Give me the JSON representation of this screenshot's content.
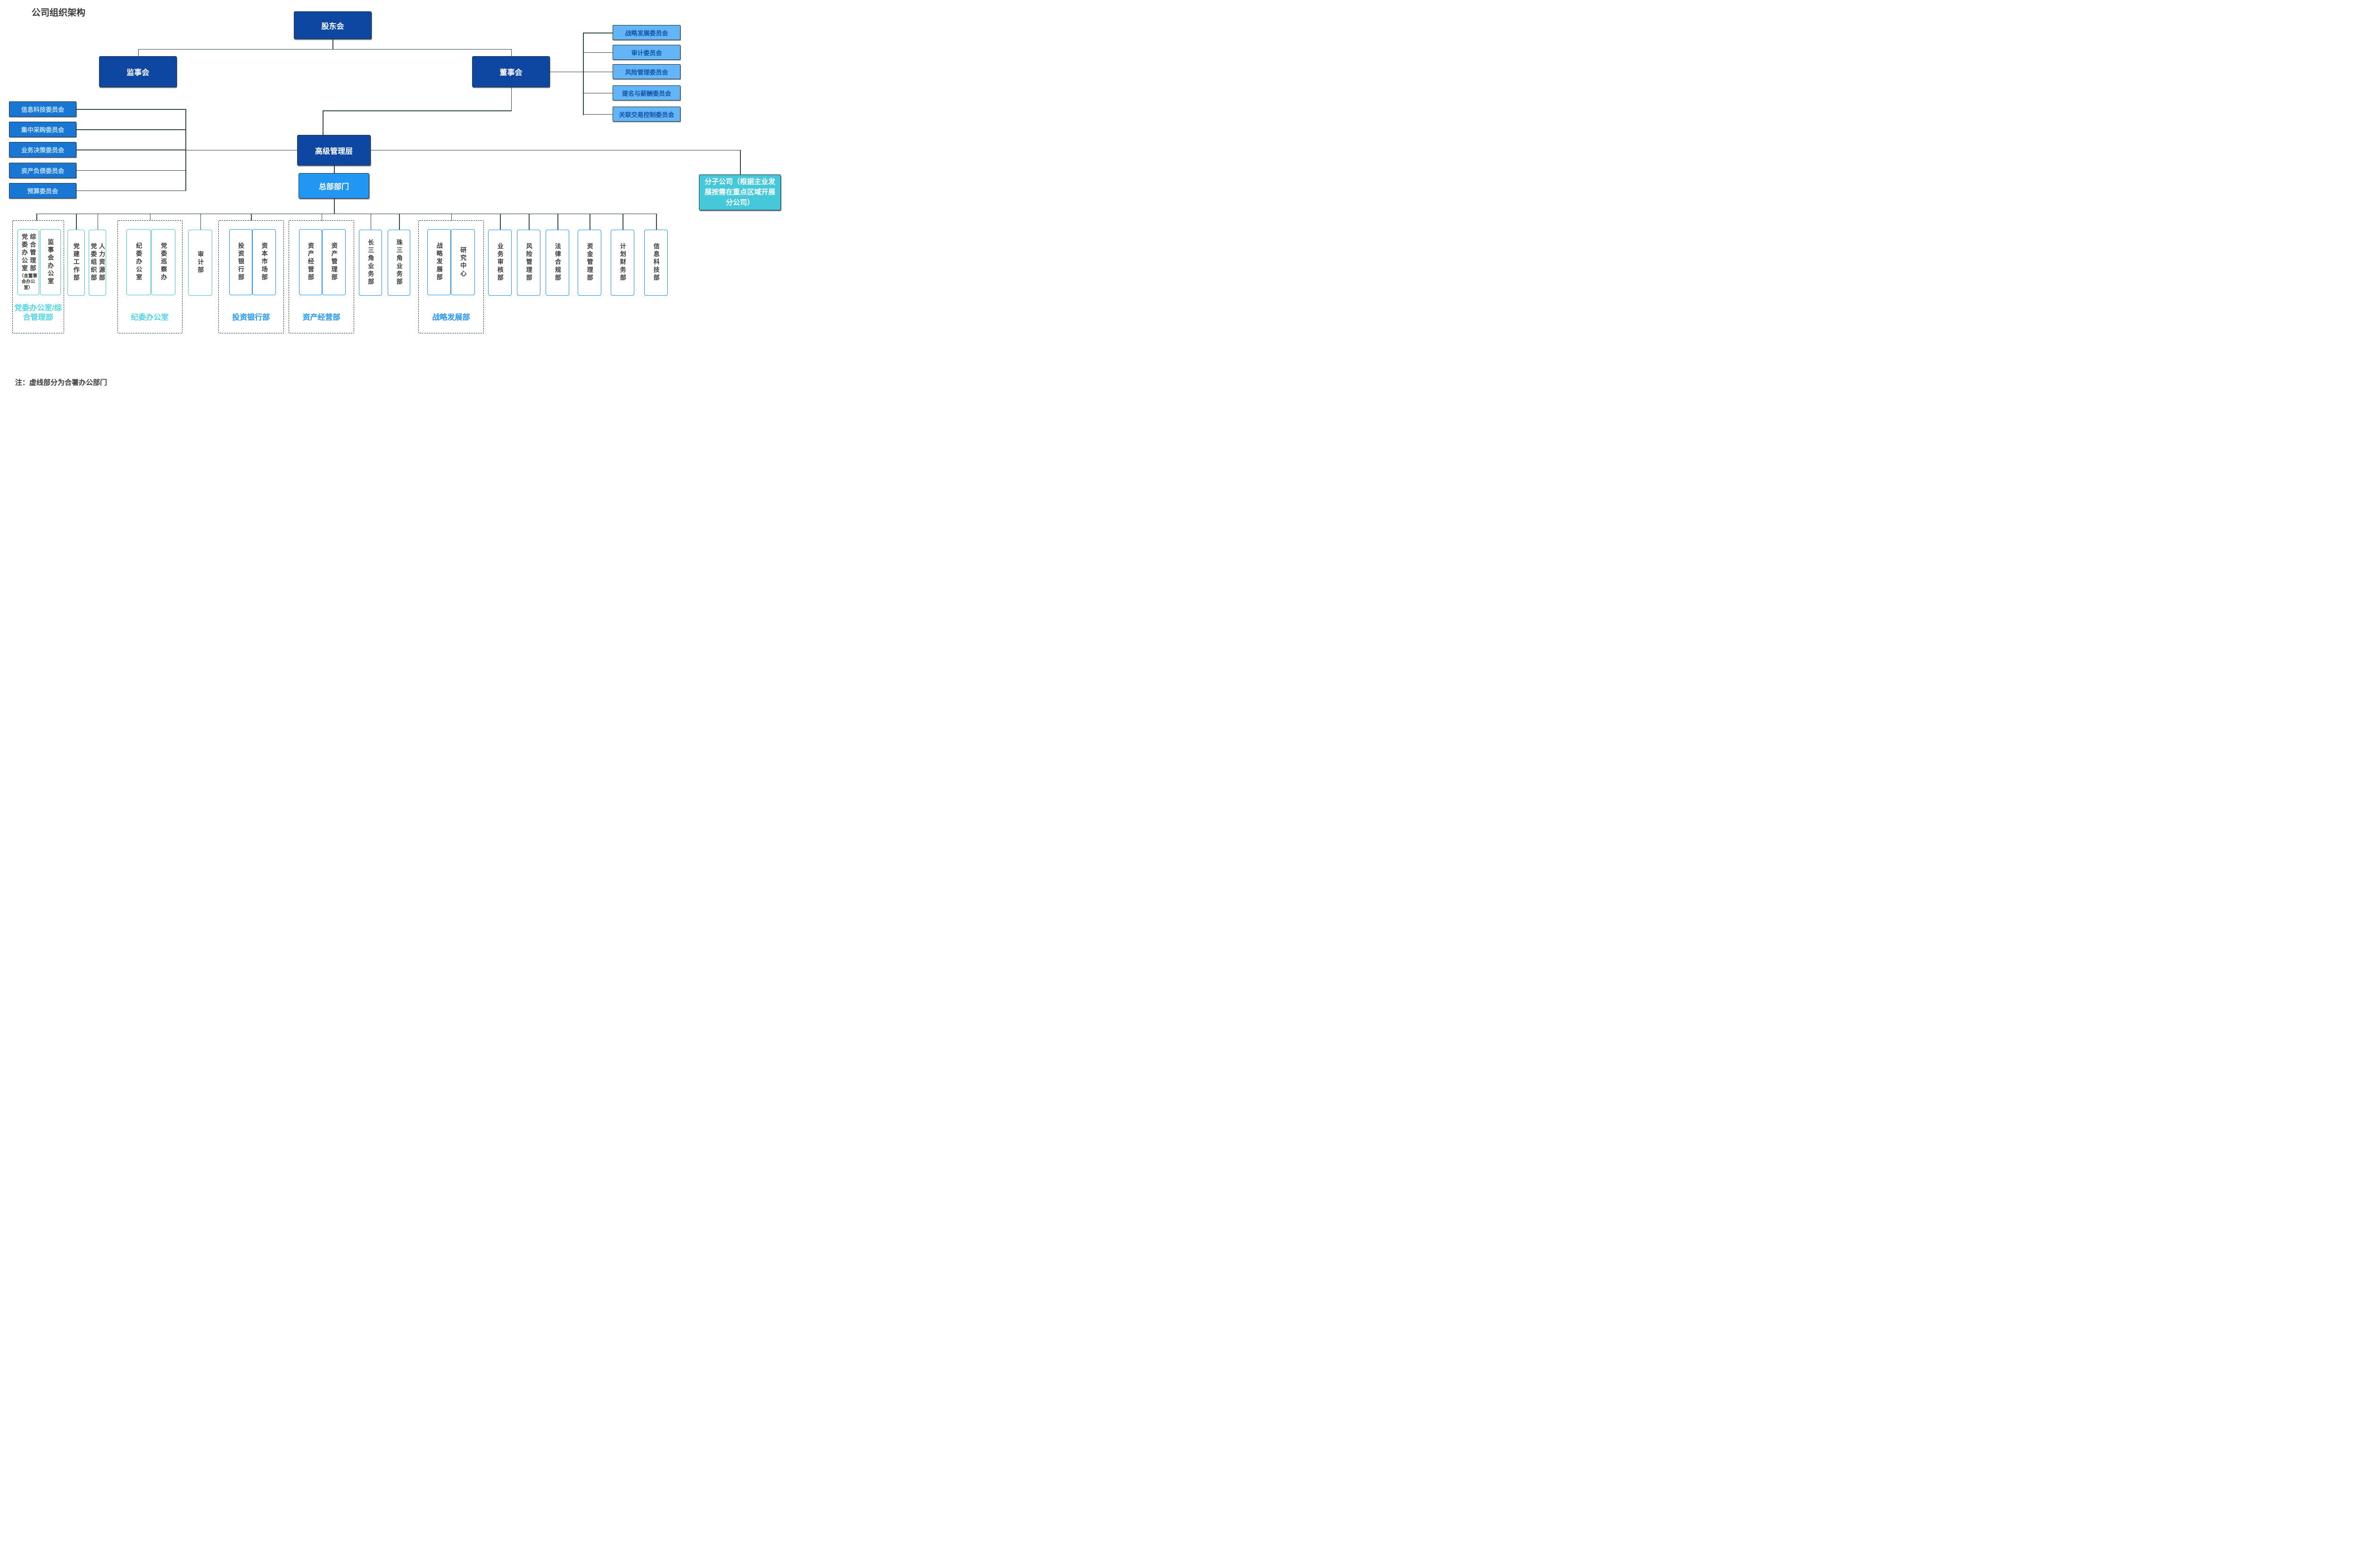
{
  "title": "公司组织架构",
  "note": "注：虚线部分为合署办公部门",
  "nodes": {
    "shareholders": "股东会",
    "supervisors": "监事会",
    "directors": "董事会",
    "senior_management": "高级管理层",
    "headquarters": "总部部门",
    "subsidiaries": "分子公司（根据主业发展按需在重点区域开展分公司）"
  },
  "board_committees": [
    "战略发展委员会",
    "审计委员会",
    "风险管理委员会",
    "提名与薪酬委员会",
    "关联交易控制委员会"
  ],
  "management_committees": [
    "信息科技委员会",
    "集中采购委员会",
    "业务决策委员会",
    "资产负债委员会",
    "预算委员会"
  ],
  "bottom_units": [
    {
      "kind": "group",
      "label": "党委办公室/综合管理部",
      "theme": "cyan",
      "boxes": [
        {
          "cols": [
            "党委办公室",
            "综合管理部"
          ],
          "note": "（含董事会办公室）"
        },
        {
          "cols": [
            "监事会办公室"
          ]
        }
      ]
    },
    {
      "kind": "box",
      "theme": "cyan",
      "cols": [
        "党建工作部"
      ]
    },
    {
      "kind": "box",
      "theme": "cyan",
      "cols": [
        "党委组织部",
        "人力资源部"
      ]
    },
    {
      "kind": "group",
      "label": "纪委办公室",
      "theme": "cyan",
      "boxes": [
        {
          "cols": [
            "纪委办公室"
          ]
        },
        {
          "cols": [
            "党委巡察办"
          ]
        }
      ]
    },
    {
      "kind": "box",
      "theme": "cyan",
      "cols": [
        "审计部"
      ]
    },
    {
      "kind": "group",
      "label": "投资银行部",
      "theme": "blue",
      "boxes": [
        {
          "cols": [
            "投资银行部"
          ]
        },
        {
          "cols": [
            "资本市场部"
          ]
        }
      ]
    },
    {
      "kind": "group",
      "label": "资产经营部",
      "theme": "blue",
      "boxes": [
        {
          "cols": [
            "资产经营部"
          ]
        },
        {
          "cols": [
            "资产管理部"
          ]
        }
      ]
    },
    {
      "kind": "box",
      "theme": "blue",
      "cols": [
        "长三角业务部"
      ]
    },
    {
      "kind": "box",
      "theme": "blue",
      "cols": [
        "珠三角业务部"
      ]
    },
    {
      "kind": "group",
      "label": "战略发展部",
      "theme": "blue",
      "boxes": [
        {
          "cols": [
            "战略发展部"
          ]
        },
        {
          "cols": [
            "研究中心"
          ]
        }
      ]
    },
    {
      "kind": "box",
      "theme": "blue",
      "cols": [
        "业务审核部"
      ]
    },
    {
      "kind": "box",
      "theme": "blue",
      "cols": [
        "风险管理部"
      ]
    },
    {
      "kind": "box",
      "theme": "blue",
      "cols": [
        "法律合规部"
      ]
    },
    {
      "kind": "box",
      "theme": "blue",
      "cols": [
        "资金管理部"
      ]
    },
    {
      "kind": "box",
      "theme": "blue",
      "cols": [
        "计划财务部"
      ]
    },
    {
      "kind": "box",
      "theme": "blue",
      "cols": [
        "信息科技部"
      ]
    }
  ],
  "colors": {
    "dark_blue": "#0d47a1",
    "mid_blue": "#1976d2",
    "bright_blue": "#2196f3",
    "light_blue_fill": "#64b5f6",
    "cyan": "#46c8db",
    "cyan_accent": "#4fd4e4",
    "dark_blue_text": "#1254a8",
    "pale_blue_text": "#bbdefb",
    "line": "#37474f",
    "border_dark": "#263238",
    "text_dark": "#3a3a3a"
  }
}
